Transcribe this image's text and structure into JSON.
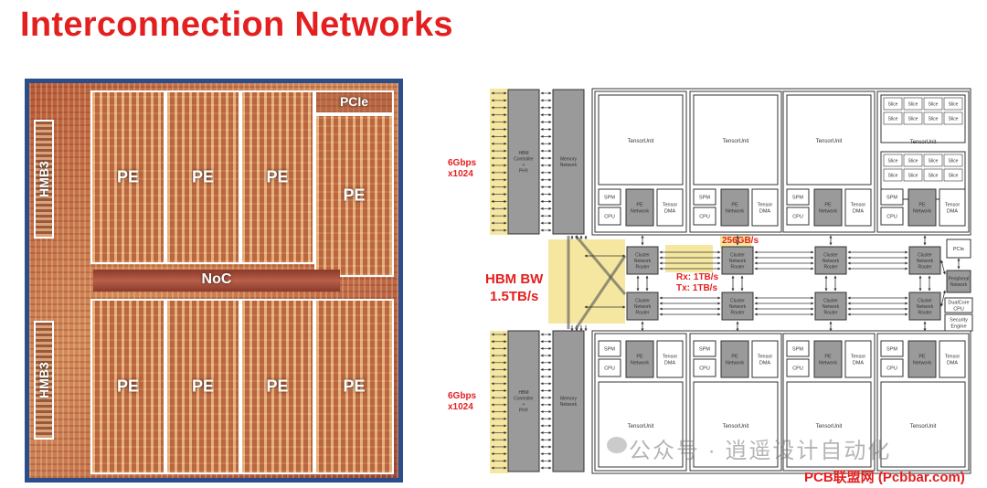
{
  "title": "Interconnection Networks",
  "die": {
    "pe_label": "PE",
    "noc_label": "NoC",
    "pcie_label": "PCIe",
    "hbm_label": "HMB3"
  },
  "diagram": {
    "hbm_controller": [
      "HBM",
      "Controller",
      "+",
      "PHY"
    ],
    "memory_network": [
      "Memory",
      "Network"
    ],
    "link_speed": [
      "6Gbps",
      "x1024"
    ],
    "hbm_bw": [
      "HBM BW",
      "1.5TB/s"
    ],
    "router_bw": "256GB/s",
    "rx": "Rx: 1TB/s",
    "tx": "Tx: 1TB/s",
    "tensor_unit": "TensorUnit",
    "slice": "Slice",
    "spm": "SPM",
    "cpu": "CPU",
    "pe_network": [
      "PE",
      "Network"
    ],
    "tensor_dma": [
      "Tensor",
      "DMA"
    ],
    "cluster_router": [
      "Cluster",
      "Network",
      "Router"
    ],
    "pcie": "PCIe",
    "peripheral_network": [
      "Peripheral",
      "Network"
    ],
    "dualcore_cpu": [
      "DualCore",
      "CPU"
    ],
    "security_engine": [
      "Security",
      "Engine"
    ]
  },
  "watermark": "公众号 · 逍遥设计自动化",
  "footer_credit": "PCB联盟网 (Pcbbar.com)",
  "colors": {
    "accent_red": "#e41f1f",
    "router_gray": "#9a9a9a",
    "highlight_yellow": "#f5e6a0"
  }
}
